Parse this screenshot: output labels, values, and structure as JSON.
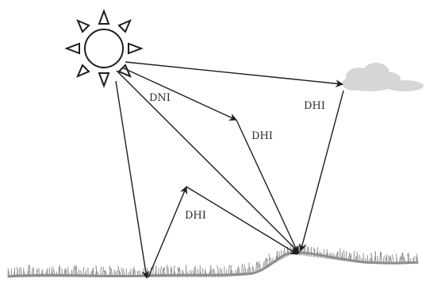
{
  "diagram": {
    "labels": {
      "dni": "DNI",
      "dhi_cloud": "DHI",
      "dhi_sky": "DHI",
      "dhi_ground": "DHI"
    },
    "icons": {
      "sun": "sun-icon",
      "cloud": "cloud-icon",
      "ground": "grass-ground"
    },
    "colors": {
      "stroke": "#1e1e1e",
      "cloud": "#d6d6d6",
      "grass": "#8d8d8d"
    }
  }
}
